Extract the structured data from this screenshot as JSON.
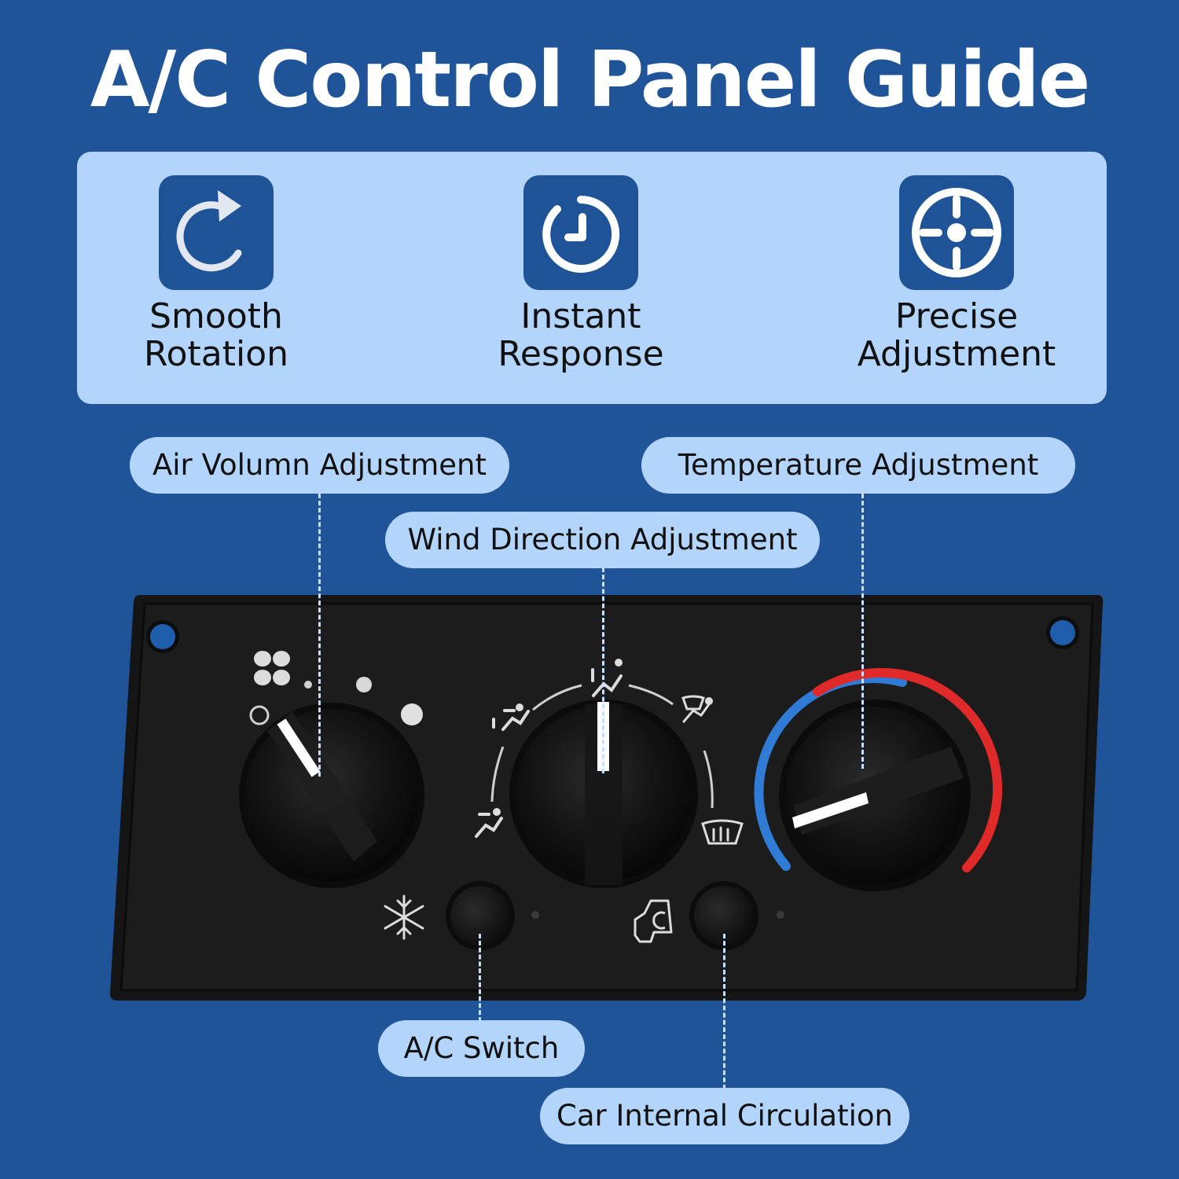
{
  "title": "A/C Control Panel Guide",
  "features": [
    {
      "line1": "Smooth",
      "line2": "Rotation",
      "icon": "rotate-clockwise-icon"
    },
    {
      "line1": "Instant",
      "line2": "Response",
      "icon": "clock-icon"
    },
    {
      "line1": "Precise",
      "line2": "Adjustment",
      "icon": "crosshair-target-icon"
    }
  ],
  "callouts": {
    "air_volume": "Air Volumn Adjustment",
    "wind_direction": "Wind Direction Adjustment",
    "temperature": "Temperature Adjustment",
    "ac_switch": "A/C Switch",
    "internal_circulation": "Car Internal Circulation"
  },
  "panel": {
    "knobs": [
      {
        "name": "fan-speed-knob",
        "icon": "fan-icon",
        "positions": [
          "off",
          "1",
          "2",
          "3"
        ]
      },
      {
        "name": "airflow-mode-knob",
        "icons": [
          "face-vent-icon",
          "bi-level-vent-icon",
          "floor-vent-icon",
          "floor-defrost-icon",
          "defrost-icon"
        ]
      },
      {
        "name": "temperature-knob",
        "cold_color": "#2f7bd6",
        "hot_color": "#e02a2a"
      }
    ],
    "buttons": [
      {
        "name": "ac-button",
        "icon": "snowflake-icon"
      },
      {
        "name": "recirculation-button",
        "icon": "car-recirculation-icon"
      }
    ]
  },
  "colors": {
    "background": "#1f5499",
    "feature_box": "#b3d5fb",
    "icon_tile": "#1e5398",
    "panel": "#1b1b1b",
    "leader_line": "#c6e0ff"
  }
}
